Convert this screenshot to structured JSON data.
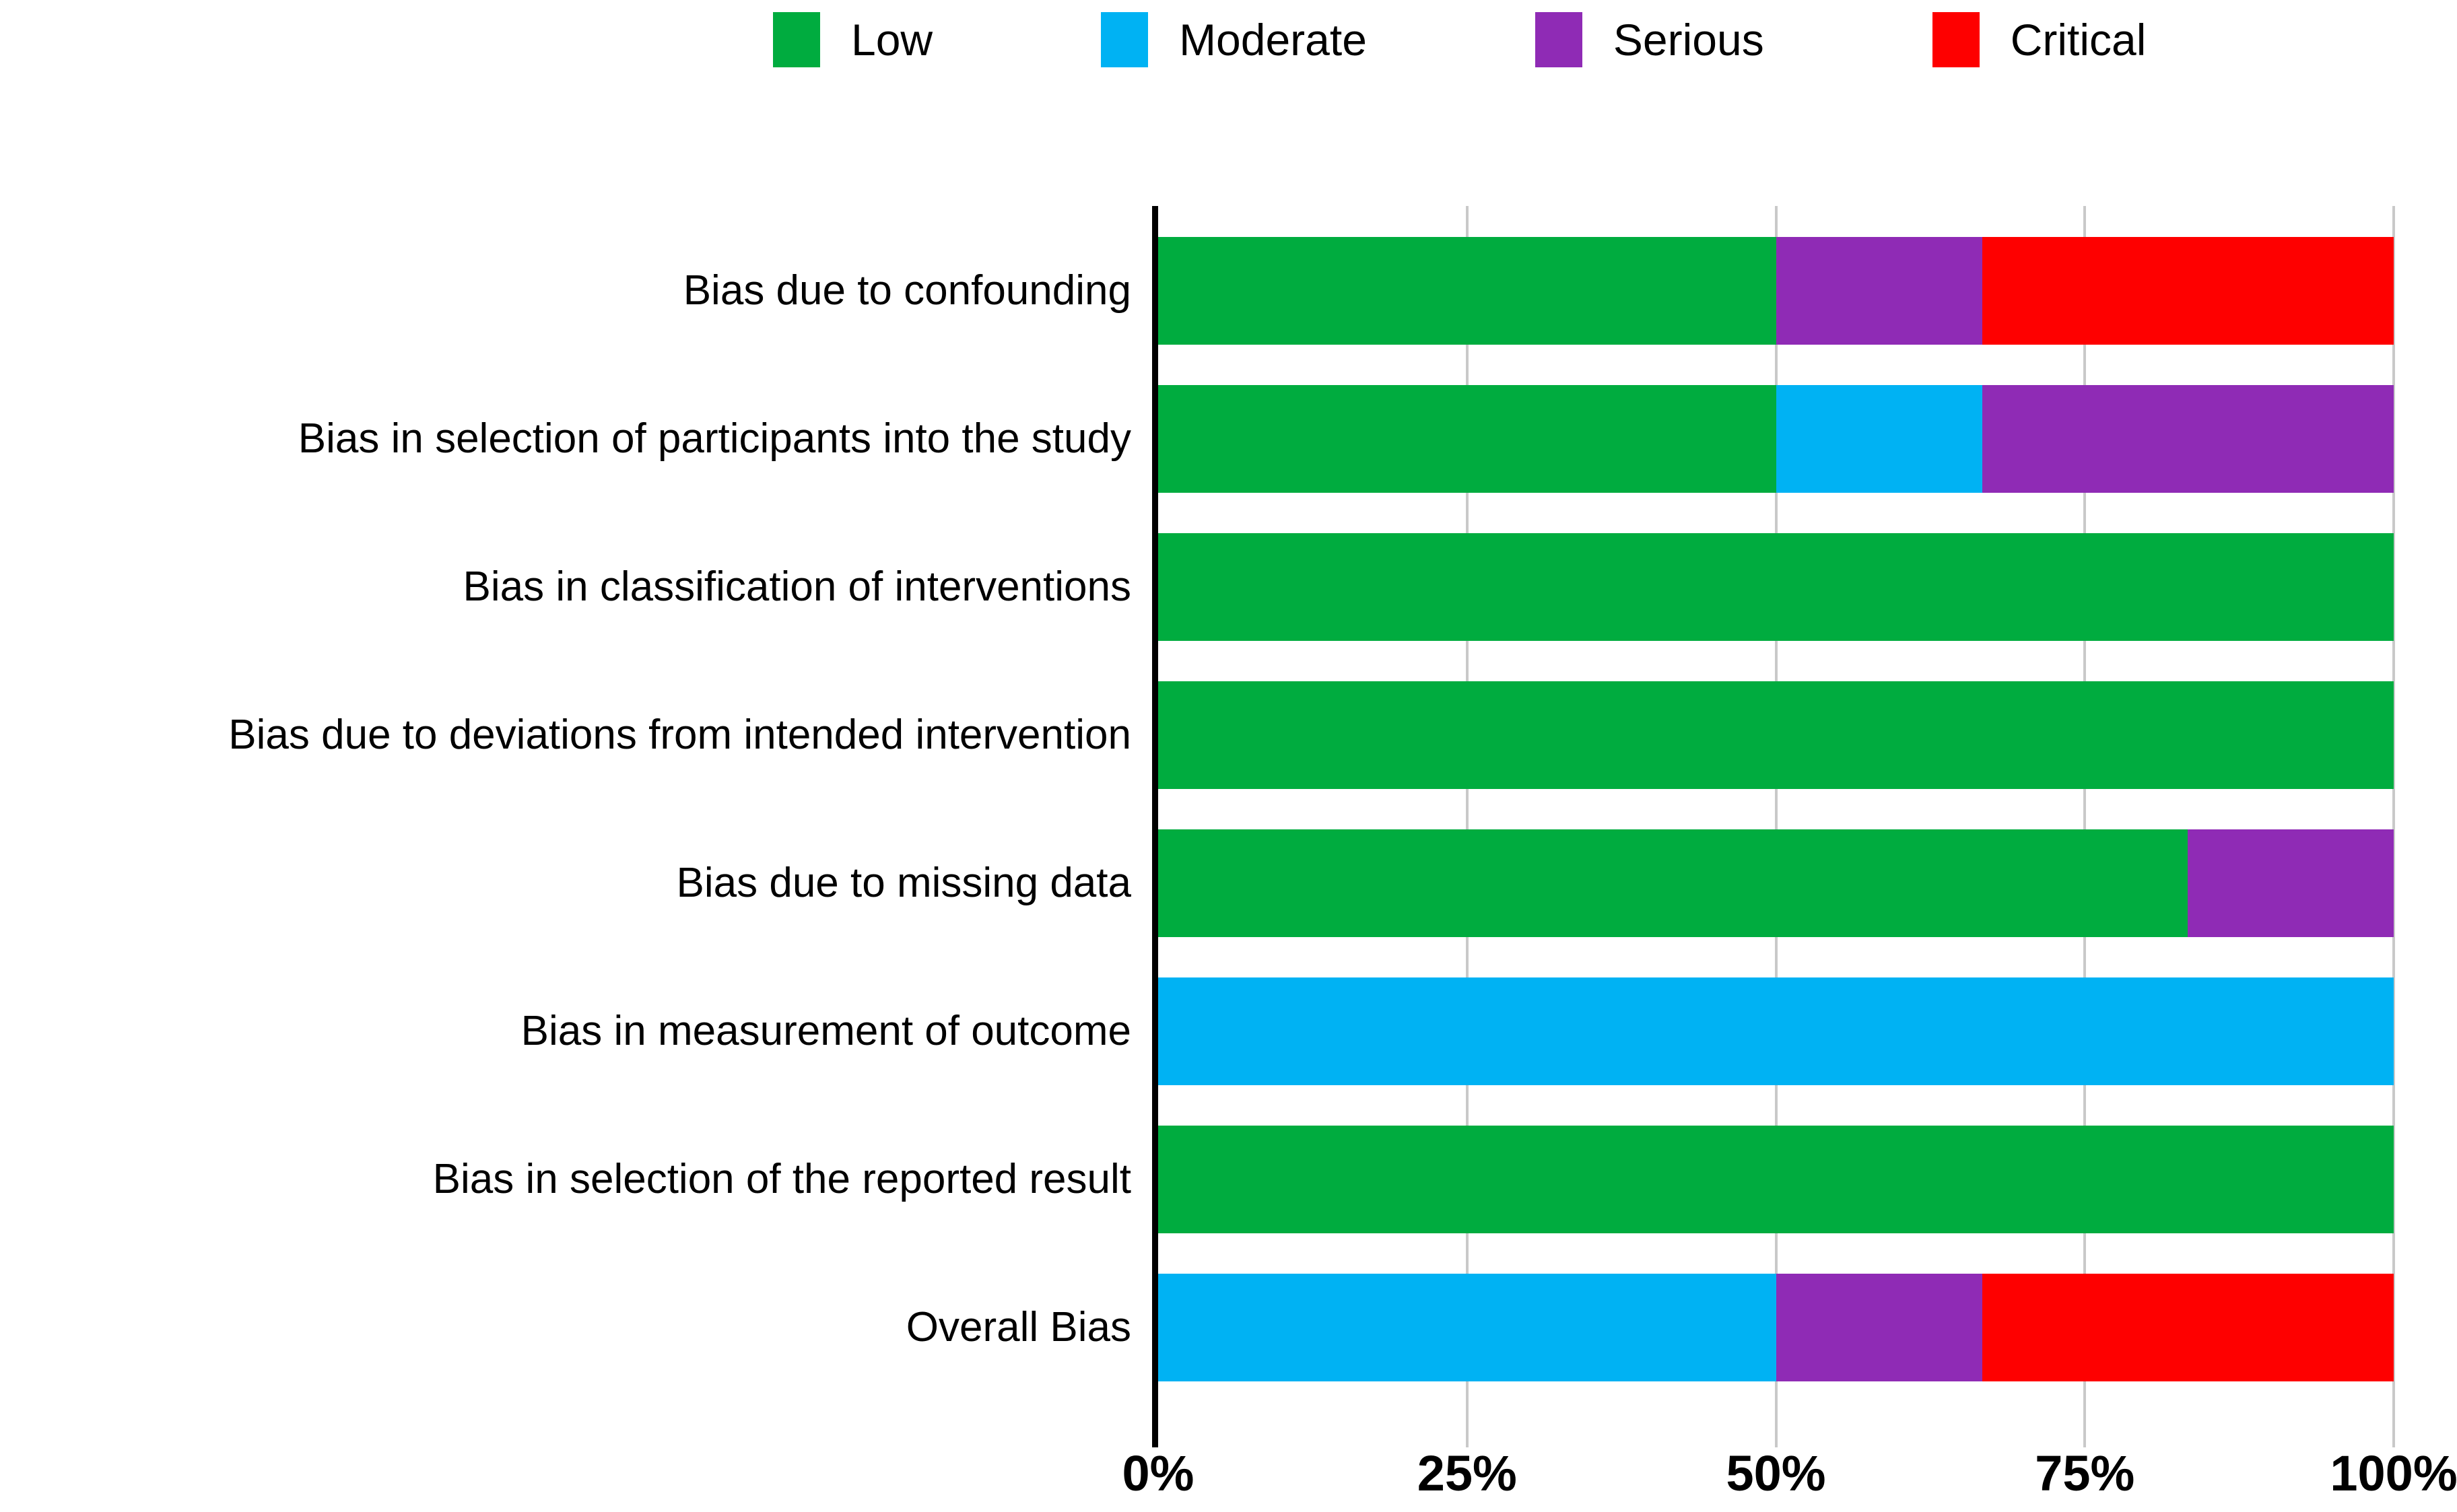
{
  "legend": {
    "items": [
      {
        "label": "Low",
        "color": "#00AC3F"
      },
      {
        "label": "Moderate",
        "color": "#00B2F3"
      },
      {
        "label": "Serious",
        "color": "#8F2BB5"
      },
      {
        "label": "Critical",
        "color": "#FE0000"
      }
    ]
  },
  "chart_data": {
    "type": "bar",
    "orientation": "horizontal",
    "stacked": true,
    "unit": "percent",
    "categories": [
      "Bias due to confounding",
      "Bias in selection of participants into the study",
      "Bias in classification of interventions",
      "Bias due to deviations from intended intervention",
      "Bias due to missing data",
      "Bias in measurement of outcome",
      "Bias in selection of the reported result",
      "Overall Bias"
    ],
    "series": [
      {
        "name": "Low",
        "color": "#00AC3F",
        "values": [
          50,
          50,
          100,
          100,
          83.3,
          0,
          100,
          0
        ]
      },
      {
        "name": "Moderate",
        "color": "#00B2F3",
        "values": [
          0,
          16.7,
          0,
          0,
          0,
          100,
          0,
          50
        ]
      },
      {
        "name": "Serious",
        "color": "#8F2BB5",
        "values": [
          16.7,
          33.3,
          0,
          0,
          16.7,
          0,
          0,
          16.7
        ]
      },
      {
        "name": "Critical",
        "color": "#FE0000",
        "values": [
          33.3,
          0,
          0,
          0,
          0,
          0,
          0,
          33.3
        ]
      }
    ],
    "x_ticks": [
      {
        "label": "0%",
        "value": 0
      },
      {
        "label": "25%",
        "value": 25
      },
      {
        "label": "50%",
        "value": 50
      },
      {
        "label": "75%",
        "value": 75
      },
      {
        "label": "100%",
        "value": 100
      }
    ],
    "xlim": [
      0,
      100
    ],
    "grid": true,
    "legend_position": "top",
    "xlabel": "",
    "ylabel": ""
  },
  "colors": {
    "axis": "#000000",
    "gridline": "#c9c9c9",
    "background": "#ffffff"
  }
}
